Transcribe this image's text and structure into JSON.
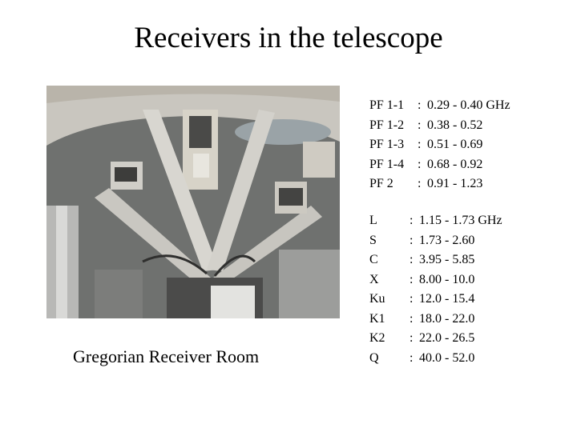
{
  "slide": {
    "title": "Receivers in the telescope",
    "caption": "Gregorian Receiver Room"
  },
  "pf_bands": [
    {
      "band": "PF 1-1",
      "sep": ":",
      "range": "0.29 - 0.40 GHz"
    },
    {
      "band": "PF 1-2",
      "sep": ":",
      "range": "0.38 - 0.52"
    },
    {
      "band": "PF 1-3",
      "sep": ":",
      "range": "0.51 - 0.69"
    },
    {
      "band": "PF 1-4",
      "sep": ":",
      "range": "0.68 - 0.92"
    },
    {
      "band": "PF 2",
      "sep": ":",
      "range": "0.91 - 1.23"
    }
  ],
  "gregorian_bands": [
    {
      "band": "L",
      "sep": ":",
      "range": "1.15 - 1.73 GHz"
    },
    {
      "band": "S",
      "sep": ":",
      "range": "1.73 - 2.60"
    },
    {
      "band": "C",
      "sep": ":",
      "range": "3.95 - 5.85"
    },
    {
      "band": "X",
      "sep": ":",
      "range": "8.00 - 10.0"
    },
    {
      "band": "Ku",
      "sep": ":",
      "range": "12.0 - 15.4"
    },
    {
      "band": "K1",
      "sep": ":",
      "range": "18.0 - 22.0"
    },
    {
      "band": "K2",
      "sep": ":",
      "range": "22.0 - 26.5"
    },
    {
      "band": "Q",
      "sep": ":",
      "range": "40.0 - 52.0"
    }
  ]
}
